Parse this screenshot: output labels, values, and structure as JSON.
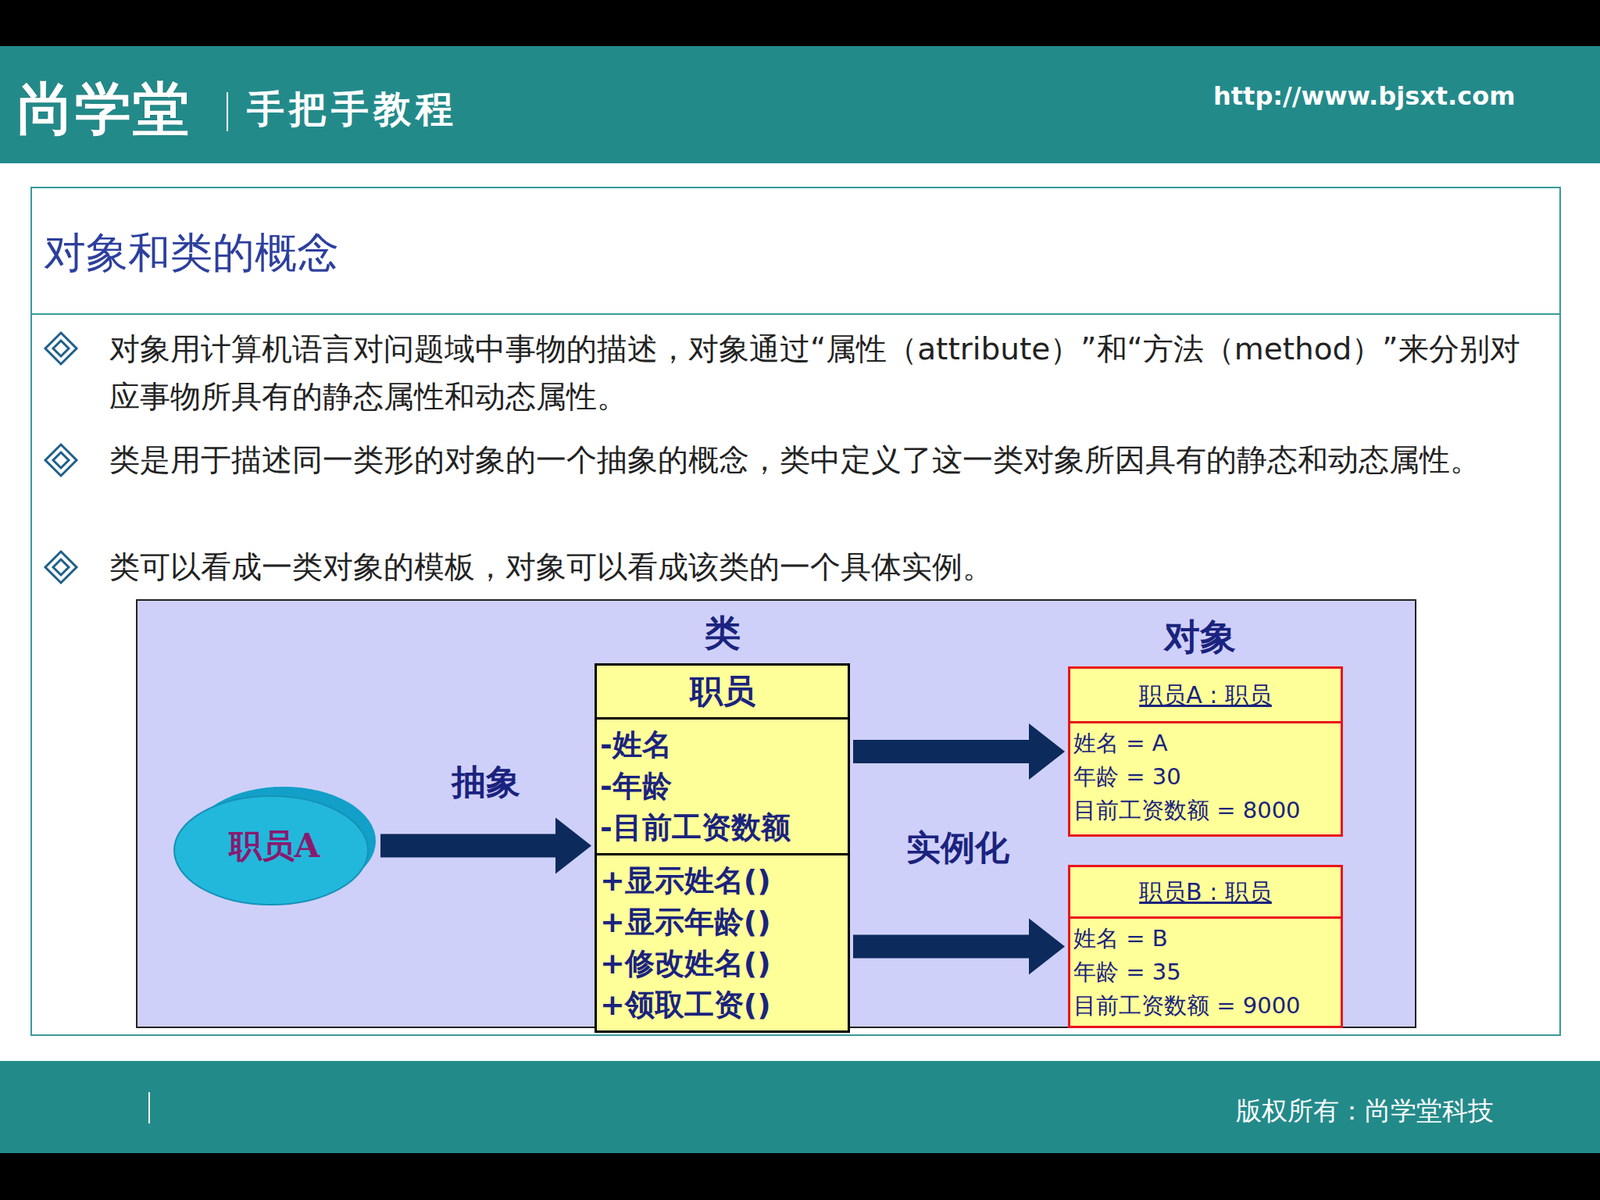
{
  "diagram": {
    "title": "对象和类的概念",
    "nodes": [
      {
        "text": [
          "职员A"
        ]
      },
      {
        "text": [
          "类",
          "职员",
          "-姓名",
          "-年龄",
          "-目前工资数额",
          "+显示姓名()",
          "+显示年龄()",
          "+修改姓名()",
          "+领取工资()"
        ]
      },
      {
        "text": [
          "职员A : 职员",
          "姓名 = A",
          "年龄 = 30",
          "目前工资数额 = 8000"
        ]
      },
      {
        "text": [
          "职员B : 职员",
          "姓名 = B",
          "年龄 = 35",
          "目前工资数额 = 9000"
        ]
      }
    ],
    "edges": [
      {
        "from": 0,
        "to": 1,
        "label": "抽象",
        "arrow": "to"
      },
      {
        "from": 1,
        "to": 2,
        "arrow": "to"
      },
      {
        "from": 1,
        "to": 3,
        "arrow": "to"
      }
    ],
    "labels": [
      "尚学堂",
      "手把手教程",
      "http://www.bjsxt.com",
      "对象用计算机语言对问题域中事物的描述，对象通过“属性（attribute）”和“方法（method）”来分别对应事物所具有的静态属性和动态属性。",
      "类是用于描述同一类形的对象的一个抽象的概念，类中定义了这一类对象所因具有的静态和动态属性。",
      "类可以看成一类对象的模板，对象可以看成该类的一个具体实例。",
      "对象",
      "实例化",
      "版权所有：尚学堂科技"
    ]
  }
}
